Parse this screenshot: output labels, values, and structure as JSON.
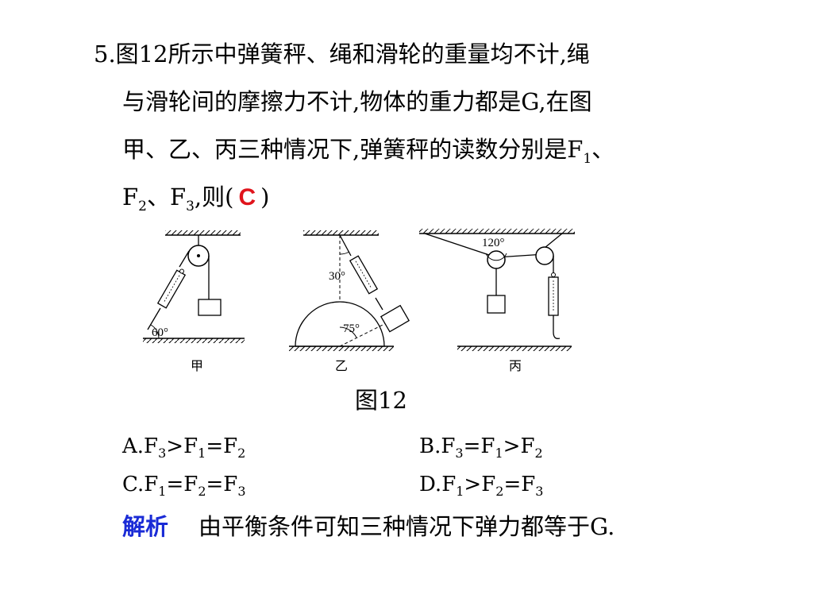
{
  "question": {
    "number": "5.",
    "line1": "图12所示中弹簧秤、绳和滑轮的重量均不计,绳",
    "line2": "与滑轮间的摩擦力不计,物体的重力都是G,在图",
    "line3": "甲、乙、丙三种情况下,弹簧秤的读数分别是F",
    "line3_sub": "1",
    "line3_tail": "、",
    "line4_f2": "F",
    "line4_f2_sub": "2",
    "line4_sep": "、",
    "line4_f3": "F",
    "line4_f3_sub": "3",
    "line4_then": ",则(",
    "answer": "C",
    "close_paren": ")"
  },
  "figure": {
    "caption": "图12",
    "labels": {
      "jia": "甲",
      "yi": "乙",
      "bing": "丙"
    },
    "angles": {
      "jia": "60°",
      "yi_top": "30°",
      "yi_block": "75°",
      "bing": "120°"
    }
  },
  "options": [
    {
      "letter": "A.",
      "parts": [
        [
          "F",
          "3"
        ],
        [
          ">",
          ""
        ],
        [
          "F",
          "1"
        ],
        [
          "=",
          ""
        ],
        [
          "F",
          "2"
        ]
      ]
    },
    {
      "letter": "B.",
      "parts": [
        [
          "F",
          "3"
        ],
        [
          "=",
          ""
        ],
        [
          "F",
          "1"
        ],
        [
          ">",
          ""
        ],
        [
          "F",
          "2"
        ]
      ]
    },
    {
      "letter": "C.",
      "parts": [
        [
          "F",
          "1"
        ],
        [
          "=",
          ""
        ],
        [
          "F",
          "2"
        ],
        [
          "=",
          ""
        ],
        [
          "F",
          "3"
        ]
      ]
    },
    {
      "letter": "D.",
      "parts": [
        [
          "F",
          "1"
        ],
        [
          ">",
          ""
        ],
        [
          "F",
          "2"
        ],
        [
          "=",
          ""
        ],
        [
          "F",
          "3"
        ]
      ]
    }
  ],
  "analysis": {
    "label": "解析",
    "text": "由平衡条件可知三种情况下弹力都等于G."
  },
  "colors": {
    "answer": "#e0141c",
    "analysis_label": "#1a2bd6"
  }
}
